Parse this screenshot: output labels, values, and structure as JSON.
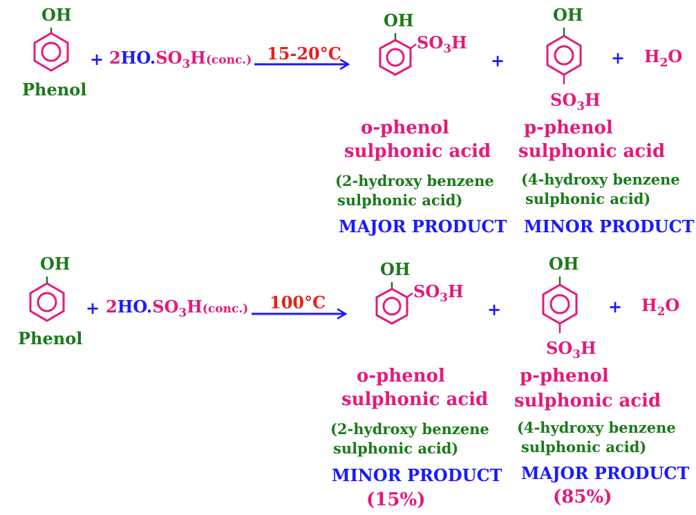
{
  "colors": {
    "green": "#1a7a1a",
    "pink": "#e5197a",
    "blue": "#1a1aff",
    "red": "#e52020"
  },
  "reactions": [
    {
      "reactant_oh": "OH",
      "reactant_name": "Phenol",
      "plus1": "+",
      "coef": "2",
      "ho": "HO.",
      "so3h": "SO",
      "so3h_sub": "3",
      "so3h_h": "H",
      "conc": "(conc.)",
      "condition": "15-20°C",
      "ortho": {
        "oh": "OH",
        "so3": "SO",
        "sub": "3",
        "h": "H"
      },
      "plus2": "+",
      "para": {
        "oh": "OH",
        "so3": "SO",
        "sub": "3",
        "h": "H"
      },
      "plus3": "+",
      "water_h": "H",
      "water_sub": "2",
      "water_o": "O",
      "ortho_name1": "o-phenol",
      "ortho_name2": "sulphonic acid",
      "ortho_iupac1": "(2-hydroxy benzene",
      "ortho_iupac2": "sulphonic acid)",
      "ortho_label": "MAJOR PRODUCT",
      "para_name1": "p-phenol",
      "para_name2": "sulphonic acid",
      "para_iupac1": "(4-hydroxy benzene",
      "para_iupac2": "sulphonic acid)",
      "para_label": "MINOR PRODUCT"
    },
    {
      "reactant_oh": "OH",
      "reactant_name": "Phenol",
      "plus1": "+",
      "coef": "2",
      "ho": "HO.",
      "so3h": "SO",
      "so3h_sub": "3",
      "so3h_h": "H",
      "conc": "(conc.)",
      "condition": "100°C",
      "ortho": {
        "oh": "OH",
        "so3": "SO",
        "sub": "3",
        "h": "H"
      },
      "plus2": "+",
      "para": {
        "oh": "OH",
        "so3": "SO",
        "sub": "3",
        "h": "H"
      },
      "plus3": "+",
      "water_h": "H",
      "water_sub": "2",
      "water_o": "O",
      "ortho_name1": "o-phenol",
      "ortho_name2": "sulphonic acid",
      "ortho_iupac1": "(2-hydroxy benzene",
      "ortho_iupac2": "sulphonic acid)",
      "ortho_label": "MINOR PRODUCT",
      "ortho_pct": "(15%)",
      "para_name1": "p-phenol",
      "para_name2": "sulphonic acid",
      "para_iupac1": "(4-hydroxy benzene",
      "para_iupac2": "sulphonic acid)",
      "para_label": "MAJOR PRODUCT",
      "para_pct": "(85%)"
    }
  ]
}
